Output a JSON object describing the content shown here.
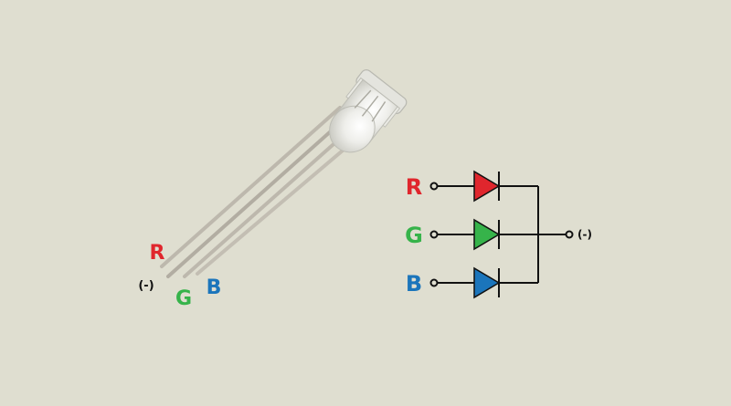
{
  "colors": {
    "background": "#dfded0",
    "red": "#e0262d",
    "green": "#36b34a",
    "blue": "#1b75bb",
    "wire": "#111111"
  },
  "led_labels": {
    "red": "R",
    "green": "G",
    "blue": "B",
    "common": "(-)"
  },
  "schematic": {
    "inputs": [
      {
        "label": "R",
        "color": "#e0262d"
      },
      {
        "label": "G",
        "color": "#36b34a"
      },
      {
        "label": "B",
        "color": "#1b75bb"
      }
    ],
    "output_label": "(-)"
  }
}
